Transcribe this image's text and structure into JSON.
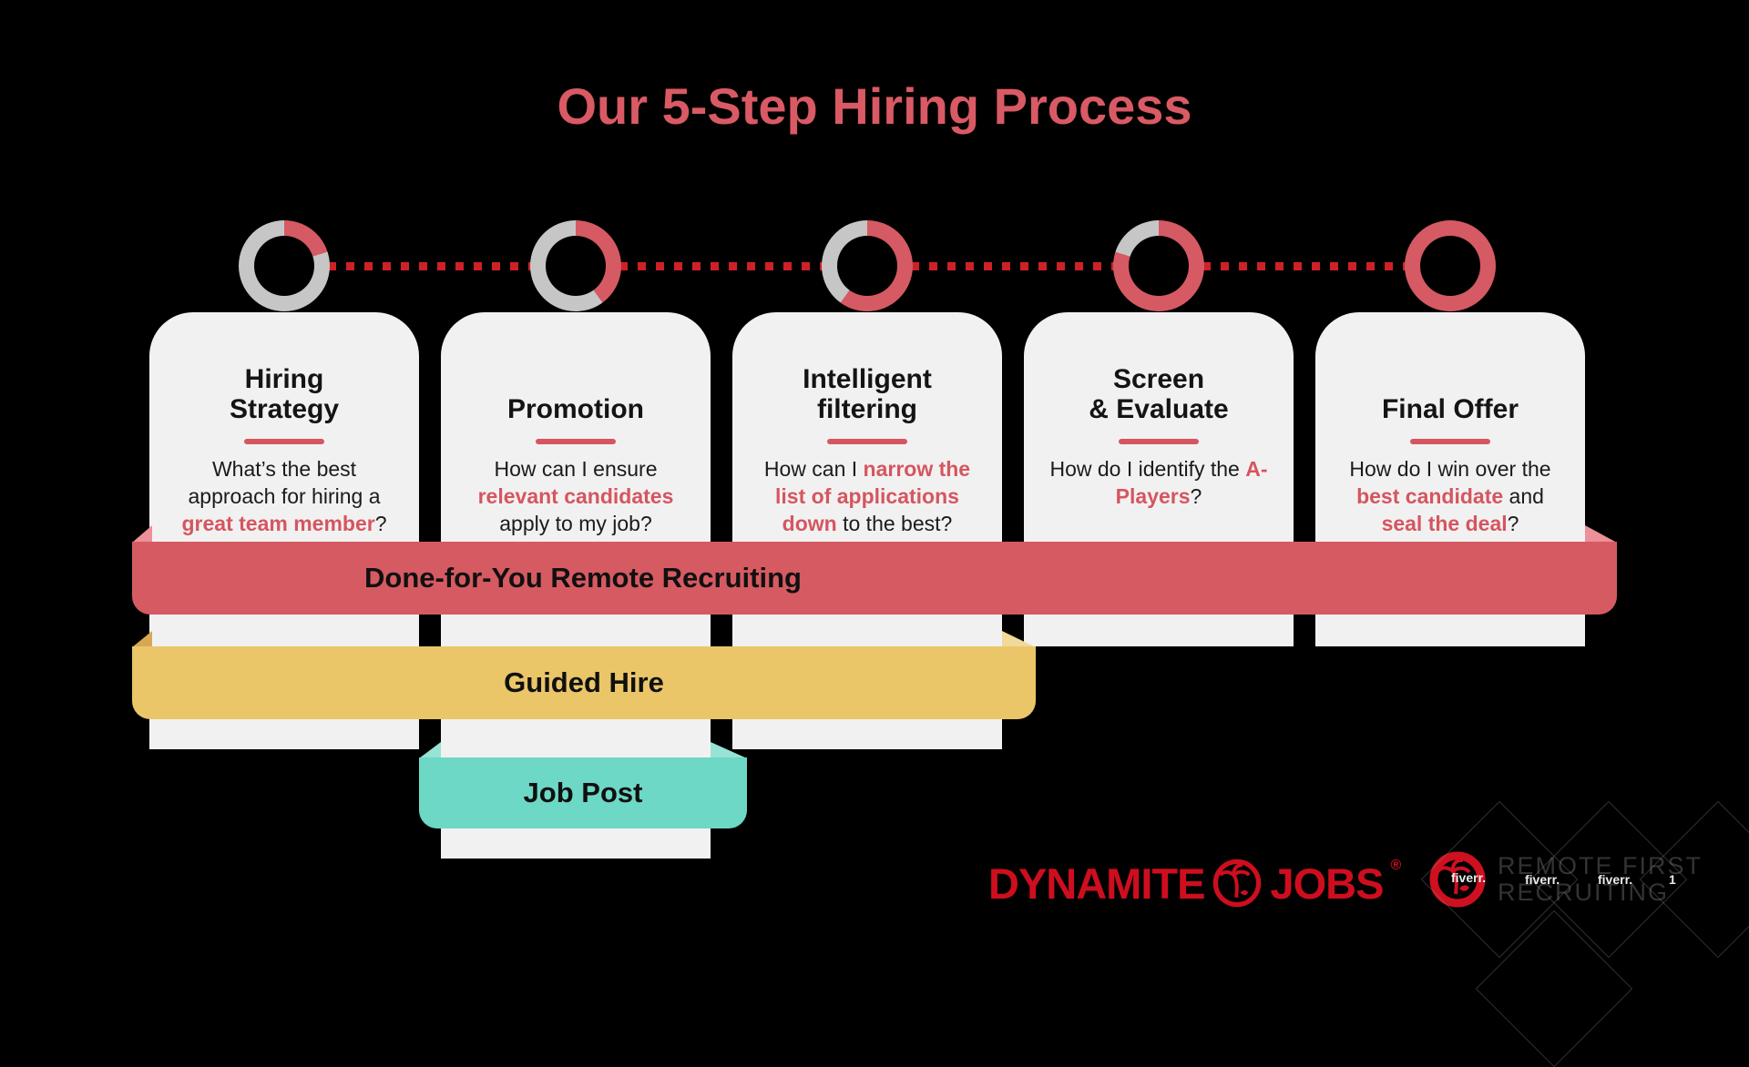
{
  "title": "Our 5-Step Hiring Process",
  "steps": [
    {
      "title": "Hiring\nStrategy",
      "progress_pct": 20,
      "body": [
        {
          "text": "What’s the best approach for hiring a "
        },
        {
          "text": "great team member",
          "red": true
        },
        {
          "text": "?"
        }
      ]
    },
    {
      "title": "Promotion",
      "progress_pct": 40,
      "body": [
        {
          "text": "How can I ensure "
        },
        {
          "text": "relevant candidates",
          "red": true
        },
        {
          "text": " apply to my job?"
        }
      ]
    },
    {
      "title": "Intelligent\nfiltering",
      "progress_pct": 60,
      "body": [
        {
          "text": "How can I "
        },
        {
          "text": "narrow the list of applications down",
          "red": true
        },
        {
          "text": " to the best?"
        }
      ]
    },
    {
      "title": "Screen\n& Evaluate",
      "progress_pct": 80,
      "body": [
        {
          "text": "How do I identify the "
        },
        {
          "text": "A-Players",
          "red": true
        },
        {
          "text": "?"
        }
      ]
    },
    {
      "title": "Final Offer",
      "progress_pct": 100,
      "body": [
        {
          "text": "How do I win over the "
        },
        {
          "text": "best candidate",
          "red": true
        },
        {
          "text": " and "
        },
        {
          "text": "seal the deal",
          "red": true
        },
        {
          "text": "?"
        }
      ]
    }
  ],
  "ribbons": [
    {
      "label": "Done-for-You Remote Recruiting",
      "color": "#D65A62"
    },
    {
      "label": "Guided Hire",
      "color": "#EAC669"
    },
    {
      "label": "Job Post",
      "color": "#6CD8C5"
    }
  ],
  "logos": {
    "dynamite": {
      "word1": "DYNAMITE",
      "word2": "JOBS",
      "registered": "®"
    },
    "remote_first": {
      "line1": "REMOTE FIRST",
      "line2": "RECRUITING"
    },
    "watermarks": {
      "w1": "fiverr.",
      "w2": "fiverr.",
      "w3": "fiverr.",
      "w4": "1"
    }
  },
  "colors": {
    "title_red": "#D95A64",
    "donut_red": "#D55A63",
    "donut_gray": "#C7C6C6",
    "dot_red": "#CE2127",
    "card_bg": "#F2F1F2",
    "accent_red": "#D5565F",
    "ribbon_red": "#D65A62",
    "ribbon_red_fold": "#EC9099",
    "ribbon_yellow": "#EAC669",
    "ribbon_yellow_fold_left": "#D9A751",
    "ribbon_yellow_fold_right": "#F1D99B",
    "ribbon_teal": "#6CD8C5",
    "ribbon_teal_fold": "#97E3D5",
    "logo_red": "#CE0E1E"
  }
}
